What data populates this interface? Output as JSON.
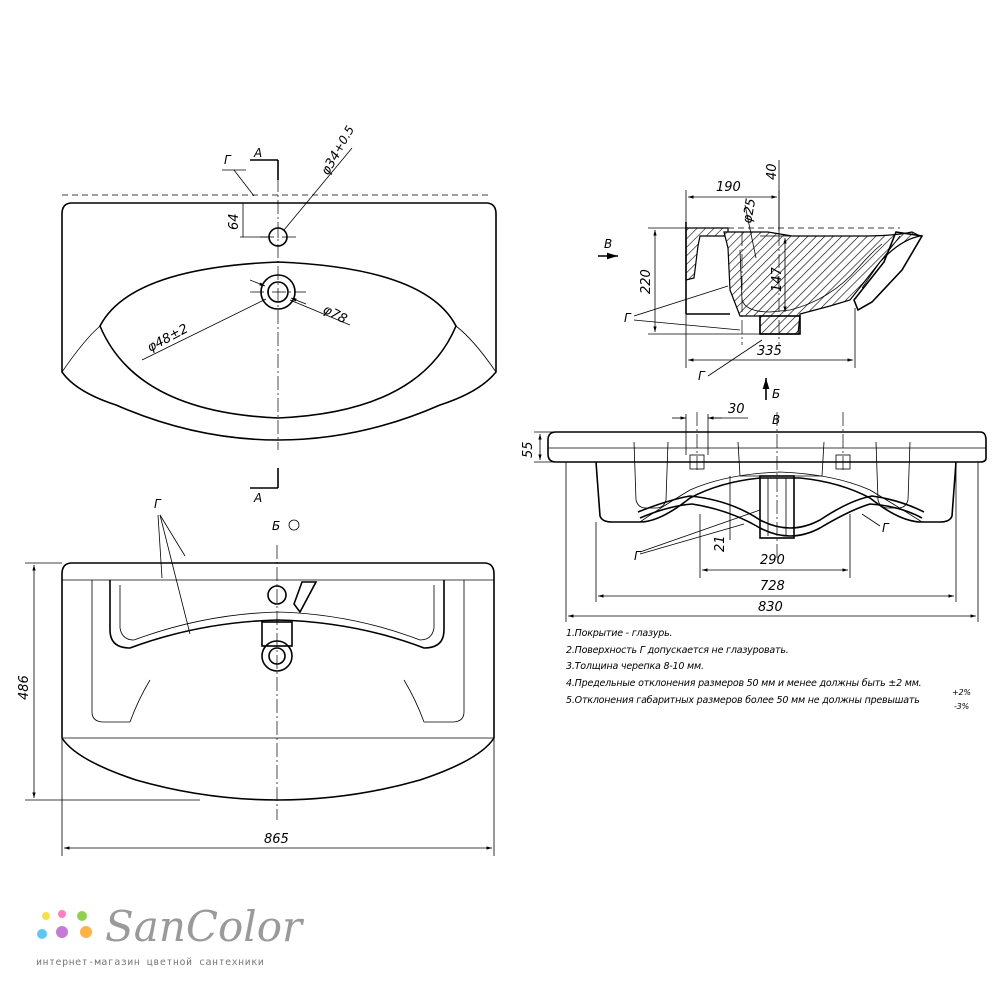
{
  "labels": {
    "g": "Г",
    "a": "А",
    "b": "Б",
    "v": "В"
  },
  "dimensions": {
    "d34": "φ34",
    "d34_tol": "+0.5",
    "d78": "φ78",
    "d48": "φ48±2",
    "d25": "φ25",
    "d64": "64",
    "d190": "190",
    "d40": "40",
    "d220": "220",
    "d147": "147",
    "d335": "335",
    "d30": "30",
    "d55": "55",
    "d21": "21",
    "d290": "290",
    "d728": "728",
    "d830": "830",
    "d486": "486",
    "d865": "865"
  },
  "notes": [
    "1.Покрытие - глазурь.",
    "2.Поверхность Г допускается не глазуровать.",
    "3.Толщина черепка 8-10 мм.",
    "4.Предельные отклонения размеров 50 мм и менее должны быть  ±2 мм.",
    "5.Отклонения габаритных размеров более 50 мм не должны превышать"
  ],
  "tolerance": {
    "plus": "+2%",
    "minus": "-3%"
  },
  "brand": {
    "name": "SanColor",
    "tagline": "интернет-магазин цветной сантехники",
    "dot_colors": [
      "#f7e04a",
      "#ff7fbf",
      "#8fd14f",
      "#5ec8f0",
      "#c57ad6",
      "#ffb347"
    ]
  }
}
